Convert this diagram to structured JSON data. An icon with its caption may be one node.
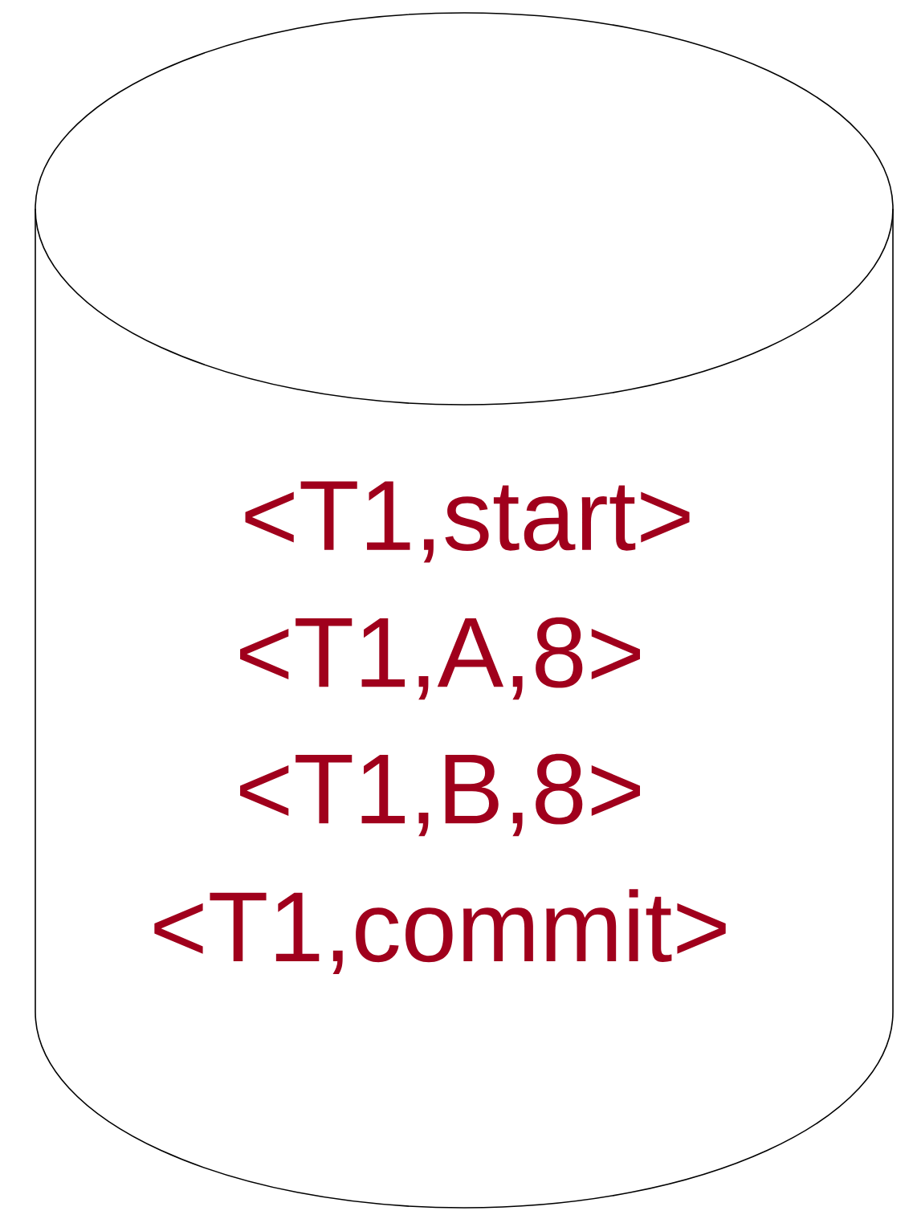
{
  "diagram": {
    "nodes": [
      {
        "text": [
          "<T1,start>",
          "<T1,A,8>",
          "<T1,B,8>",
          "<T1,commit>"
        ]
      }
    ]
  }
}
